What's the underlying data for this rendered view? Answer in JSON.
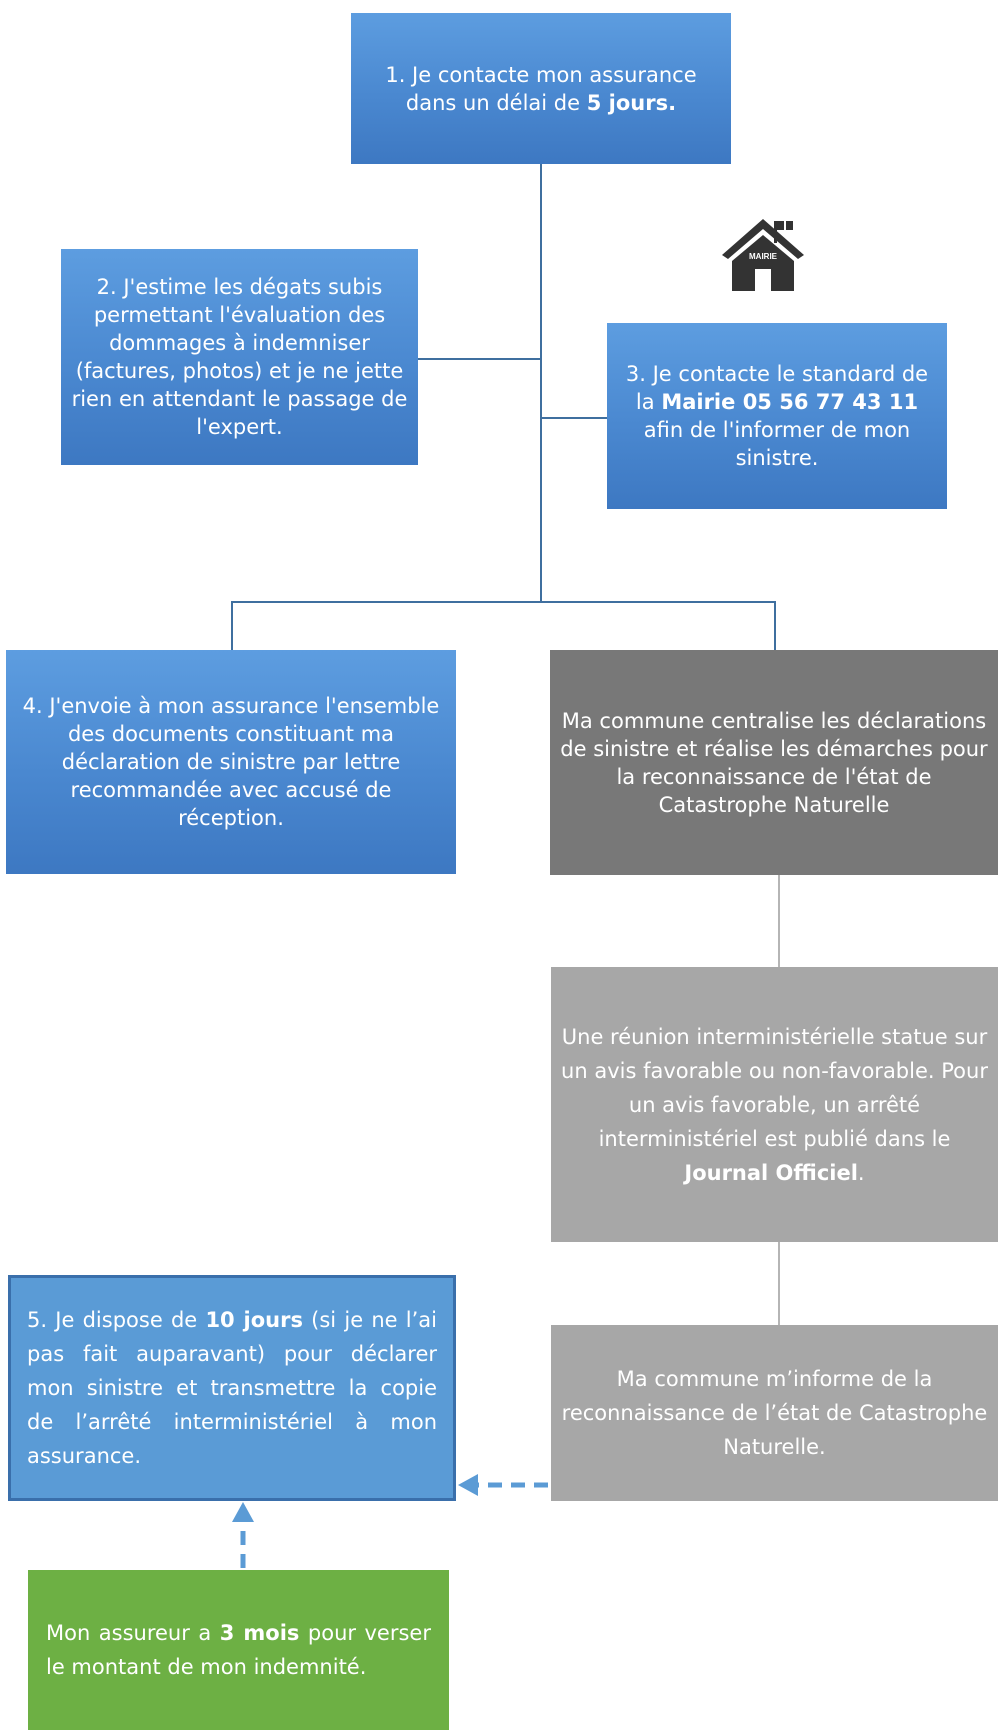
{
  "step1": {
    "pre": "1.  Je contacte mon assurance dans un délai de ",
    "bold": "5 jours.",
    "post": ""
  },
  "step2": {
    "text": "2. J'estime les dégats subis permettant l'évaluation des dommages à indemniser (factures, photos) et je ne jette rien en attendant le passage de l'expert."
  },
  "step3": {
    "pre": "3. Je contacte le standard de la ",
    "bold": "Mairie 05 56 77 43 11",
    "post": " afin de l'informer de mon sinistre."
  },
  "mairie_icon": {
    "label": "MAIRIE",
    "icon": "town-hall-house-icon"
  },
  "step4": {
    "text": "4. J'envoie à mon assurance l'ensemble des documents constituant ma déclaration de sinistre par lettre recommandée avec accusé de réception."
  },
  "commune_centralise": {
    "text": "Ma commune centralise les déclarations de sinistre et réalise les démarches pour la reconnaissance de l'état de Catastrophe Naturelle"
  },
  "reunion": {
    "pre": "Une réunion interministérielle statue sur un avis favorable ou non-favorable. Pour un avis favorable, un arrêté interministériel est publié dans le ",
    "bold": "Journal Officiel",
    "post": "."
  },
  "commune_informe": {
    "text": "Ma commune m’informe de la reconnaissance de l’état de Catastrophe Naturelle."
  },
  "step5": {
    "pre": "5. Je dispose de ",
    "bold": "10 jours",
    "post": " (si je ne l’ai pas fait auparavant) pour déclarer mon sinistre et transmettre la copie de l’arrêté interministériel à mon assurance."
  },
  "assureur": {
    "pre": "Mon assureur a ",
    "bold": "3 mois",
    "post": " pour verser le montant de mon indemnité."
  },
  "colors": {
    "blue": "#5a9bd6",
    "dark_gray": "#787878",
    "light_gray": "#a7a7a7",
    "green": "#6db044",
    "arrow": "#5b9bd5"
  }
}
